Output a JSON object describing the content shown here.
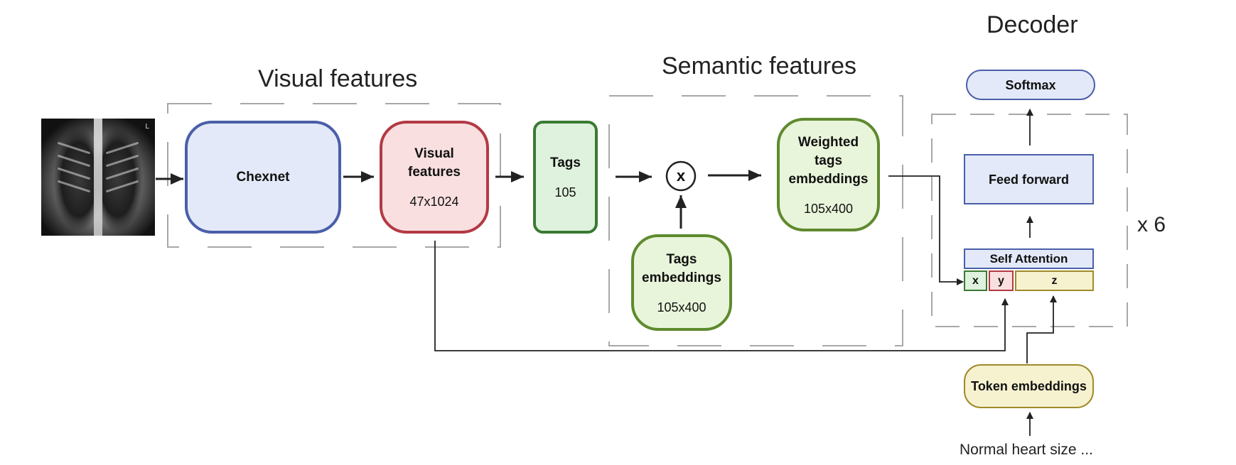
{
  "titles": {
    "visual": "Visual features",
    "semantic": "Semantic features",
    "decoder": "Decoder"
  },
  "input_image": {
    "marker": "L"
  },
  "boxes": {
    "chexnet": {
      "name": "Chexnet",
      "fill": "#e3e9f8",
      "stroke": "#4a5fa8"
    },
    "visual_features": {
      "name": "Visual features",
      "dims": "47x1024",
      "fill": "#f9dfe0",
      "stroke": "#b23a44"
    },
    "tags": {
      "name": "Tags",
      "dims": "105",
      "fill": "#dff2de",
      "stroke": "#3a7a33"
    },
    "multiply": {
      "symbol": "x"
    },
    "tags_embeddings": {
      "name": "Tags embeddings",
      "dims": "105x400",
      "fill": "#e9f5da",
      "stroke": "#5e8a2e"
    },
    "weighted_tags": {
      "name": "Weighted tags embeddings",
      "dims": "105x400",
      "fill": "#e9f5da",
      "stroke": "#5e8a2e"
    }
  },
  "decoder": {
    "softmax": "Softmax",
    "feed_forward": "Feed forward",
    "self_attention": "Self Attention",
    "inputs": [
      "x",
      "y",
      "z"
    ],
    "repeat": "x 6",
    "token_embeddings": "Token embeddings",
    "input_text": "Normal heart size ...",
    "colors": {
      "blue_fill": "#e3e9f8",
      "blue_stroke": "#4a5fa8",
      "yellow_fill": "#f6f2cf",
      "yellow_stroke": "#a08a2a"
    }
  }
}
